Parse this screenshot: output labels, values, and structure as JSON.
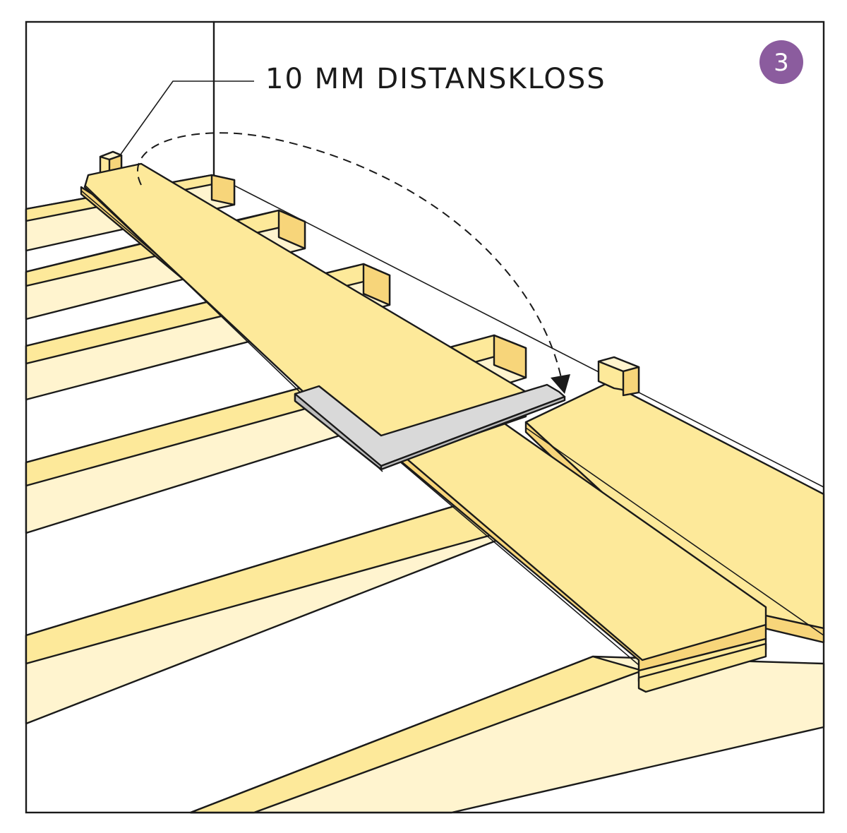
{
  "callout": {
    "label": "10 MM DISTANSKLOSS"
  },
  "step": {
    "number": "3",
    "badge_color": "#8b5c9e"
  },
  "colors": {
    "wood_top": "#fde99a",
    "wood_side": "#f7d57a",
    "wood_light": "#fff4cf",
    "wood_shadow": "#fbe3a0",
    "tool_gray": "#d9d9d9",
    "line": "#1a1a1a"
  },
  "icons": {
    "spacer_block": "spacer-block",
    "tapping_block": "tapping-block",
    "placement_arrow": "dashed-arc-arrow"
  }
}
